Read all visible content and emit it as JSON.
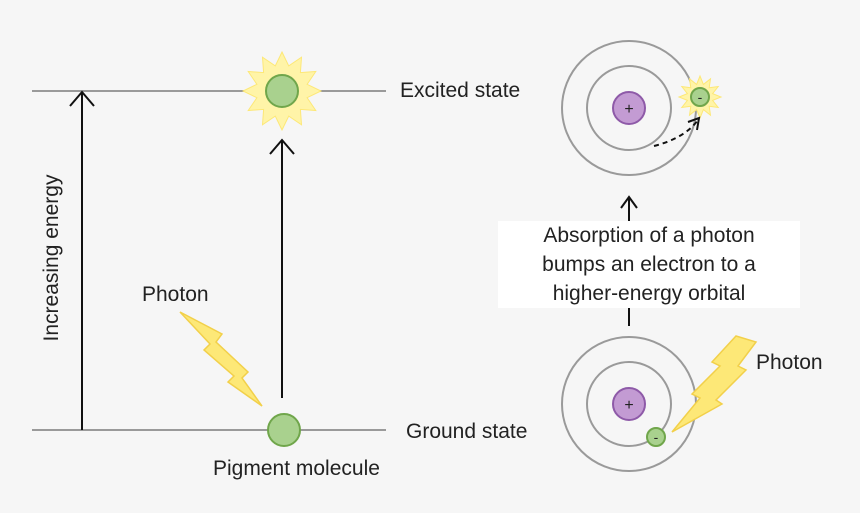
{
  "labels": {
    "excited_state": "Excited state",
    "ground_state": "Ground state",
    "increasing_energy": "Increasing energy",
    "photon_left": "Photon",
    "photon_right": "Photon",
    "pigment_molecule": "Pigment molecule"
  },
  "caption": {
    "line1": "Absorption of a photon",
    "line2": "bumps an electron to a",
    "line3": "higher-energy orbital"
  },
  "atom_top": {
    "nucleus_sign": "+",
    "electron_sign": "-"
  },
  "atom_bottom": {
    "nucleus_sign": "+",
    "electron_sign": "-"
  },
  "colors": {
    "molecule_fill": "#a9d18e",
    "molecule_stroke": "#70a64b",
    "nucleus_fill": "#c39bd3",
    "nucleus_stroke": "#8e5aa8",
    "burst_fill": "#fff4a8",
    "bolt_fill": "#fde877",
    "bolt_stroke": "#f2d04a",
    "line": "#9a9a9a"
  },
  "icons": {
    "burst": "starburst-icon",
    "bolt": "lightning-bolt-icon"
  }
}
